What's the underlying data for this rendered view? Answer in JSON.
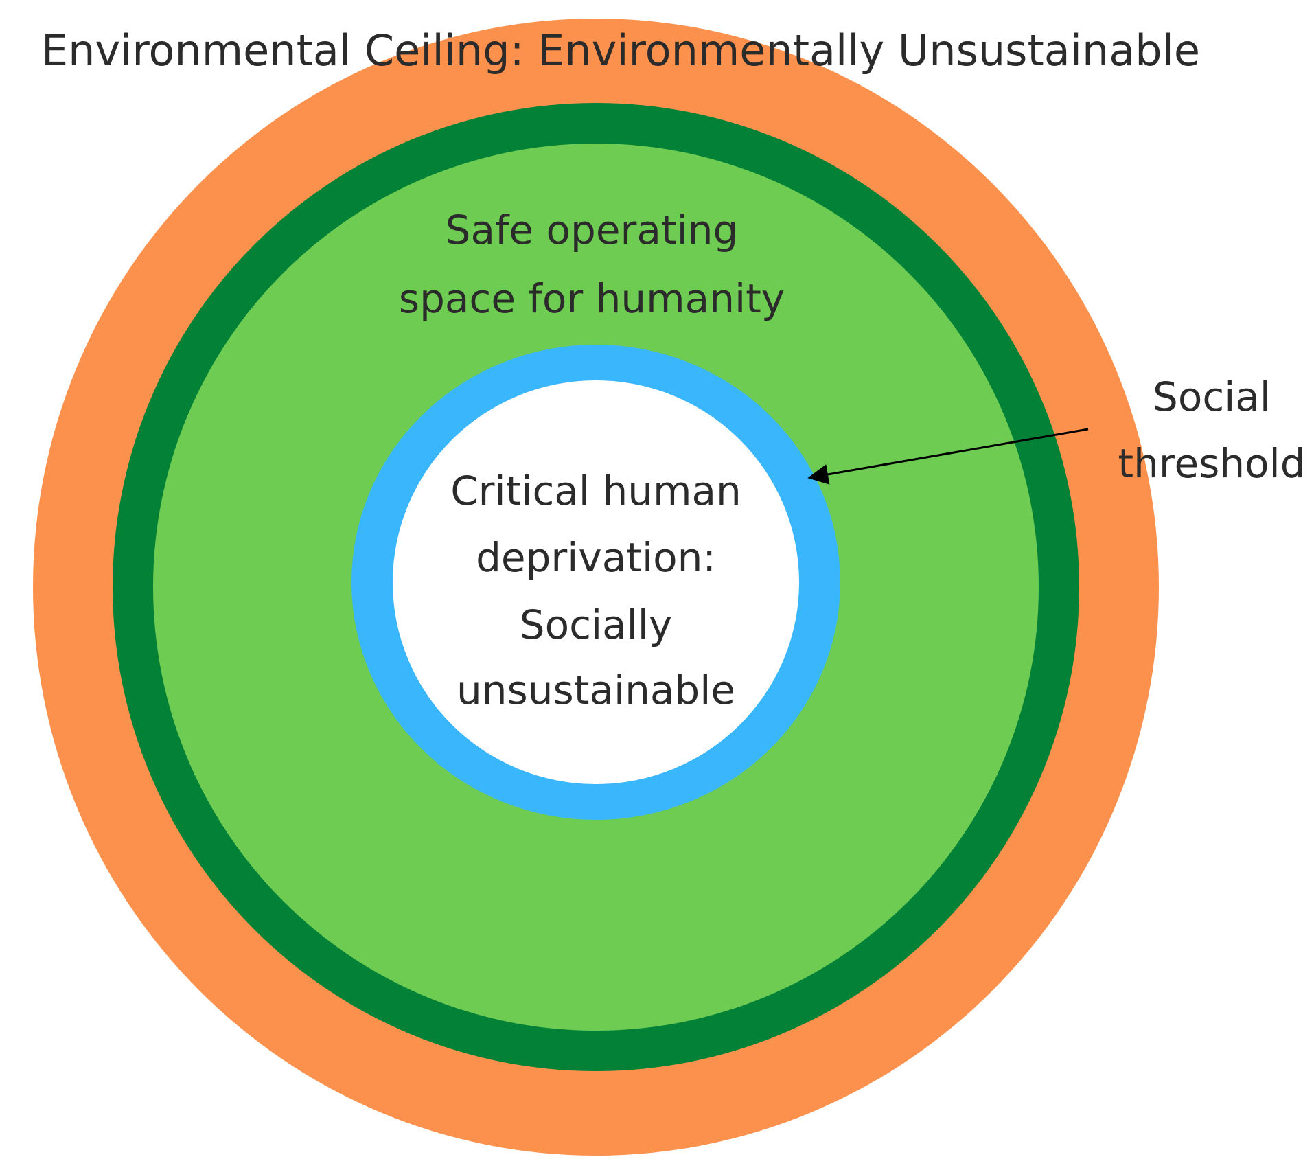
{
  "labels": {
    "environmental_ceiling": "Environmental Ceiling: Environmentally Unsustainable",
    "safe_space_line1": "Safe operating",
    "safe_space_line2": "space for humanity",
    "deprivation_line1": "Critical human",
    "deprivation_line2": "deprivation:",
    "deprivation_line3": "Socially",
    "deprivation_line4": "unsustainable",
    "social_threshold_line1": "Social",
    "social_threshold_line2": "threshold"
  },
  "colors": {
    "environmental_ring": "#FC914D",
    "ceiling_boundary": "#038237",
    "safe_space": "#6ECC52",
    "social_threshold": "#3AB6FC",
    "core": "#FFFFFF",
    "arrow": "#000000"
  }
}
